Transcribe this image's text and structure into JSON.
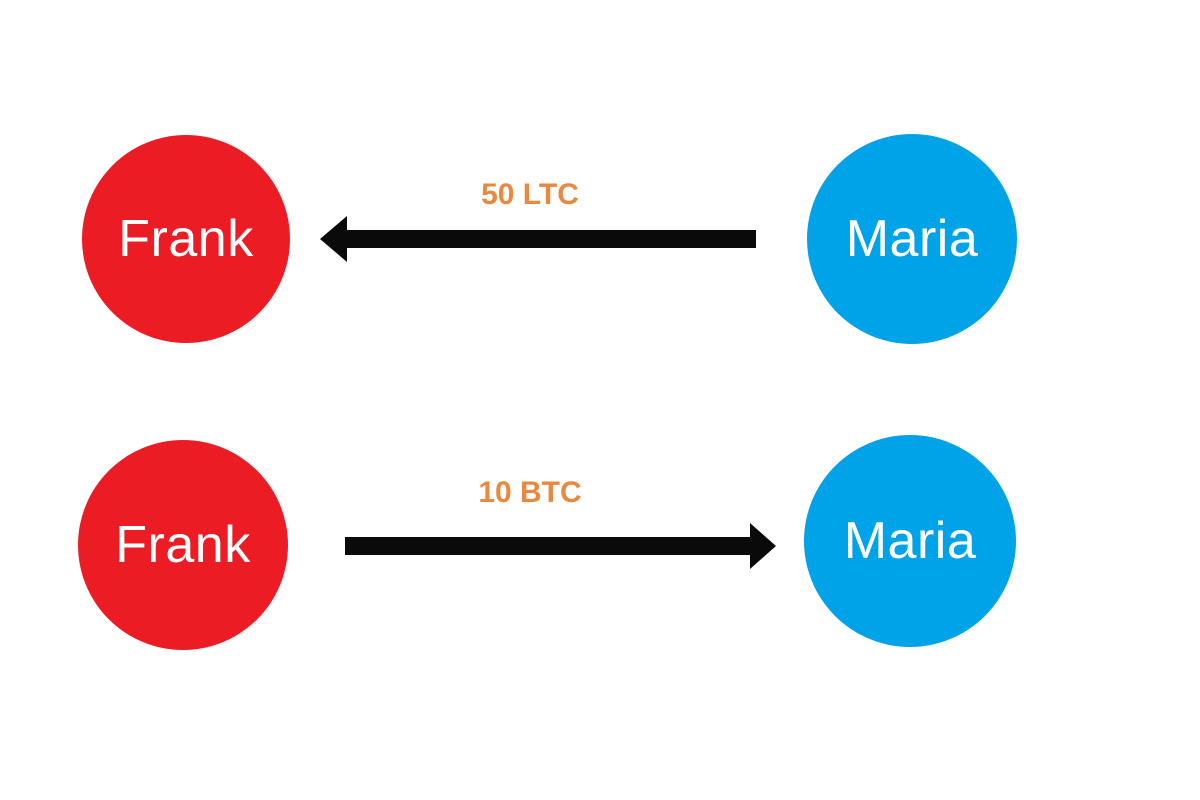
{
  "colors": {
    "background": "#ffffff",
    "frank_node": "#EC1C24",
    "maria_node": "#00A2E8",
    "node_text": "#ffffff",
    "arrow": "#0a0a0a",
    "amount_text": "#E8893F"
  },
  "transactions": [
    {
      "left_node": {
        "name": "Frank"
      },
      "right_node": {
        "name": "Maria"
      },
      "amount": "50 LTC",
      "direction": "right-to-left"
    },
    {
      "left_node": {
        "name": "Frank"
      },
      "right_node": {
        "name": "Maria"
      },
      "amount": "10 BTC",
      "direction": "left-to-right"
    }
  ]
}
